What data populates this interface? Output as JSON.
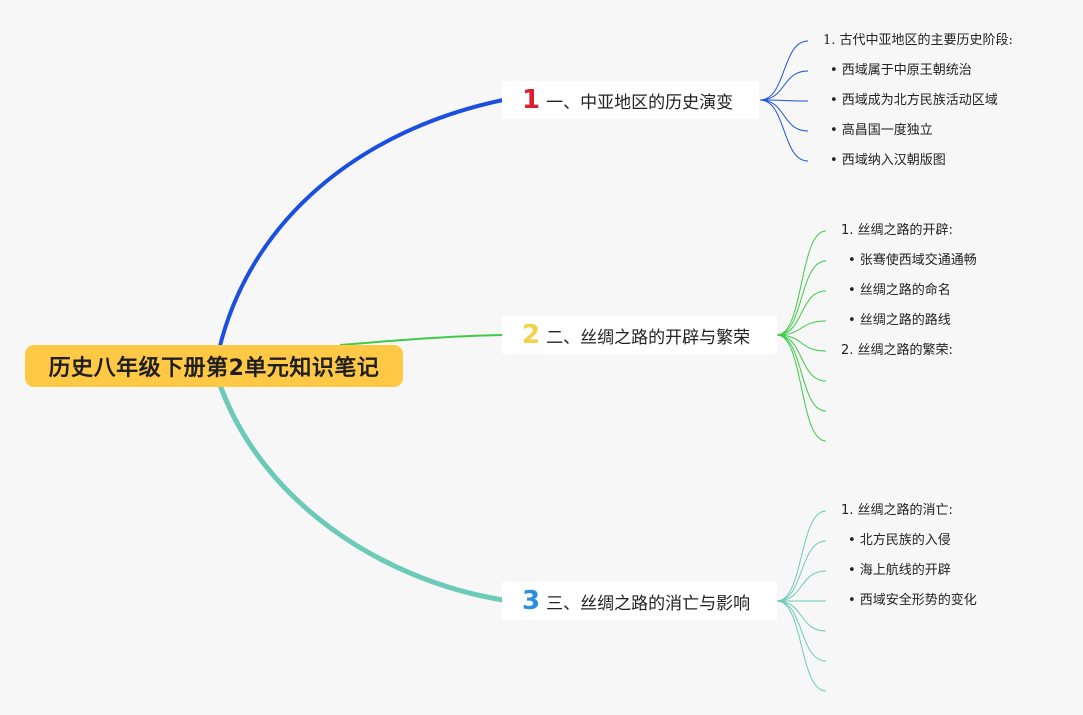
{
  "root": {
    "title": "历史八年级下册第2单元知识笔记"
  },
  "colors": {
    "branch1": "#1a4fdf",
    "branch2": "#3ecb48",
    "branch3": "#6ccab9",
    "root_bg": "#ffc845",
    "num1": "#d8202e",
    "num2": "#f2d24a",
    "num3": "#2a8fe0"
  },
  "branches": [
    {
      "number": "1",
      "title": "一、中亚地区的历史演变",
      "items": [
        "1. 古代中亚地区的主要历史阶段:",
        "• 西域属于中原王朝统治",
        "• 西域成为北方民族活动区域",
        "• 高昌国一度独立",
        "• 西域纳入汉朝版图"
      ]
    },
    {
      "number": "2",
      "title": "二、丝绸之路的开辟与繁荣",
      "items": [
        "1. 丝绸之路的开辟:",
        "• 张骞使西域交通通畅",
        "• 丝绸之路的命名",
        "• 丝绸之路的路线",
        "2. 丝绸之路的繁荣:",
        "",
        "",
        ""
      ]
    },
    {
      "number": "3",
      "title": "三、丝绸之路的消亡与影响",
      "items": [
        "1. 丝绸之路的消亡:",
        "• 北方民族的入侵",
        "• 海上航线的开辟",
        "• 西域安全形势的变化",
        "",
        "",
        ""
      ]
    }
  ]
}
